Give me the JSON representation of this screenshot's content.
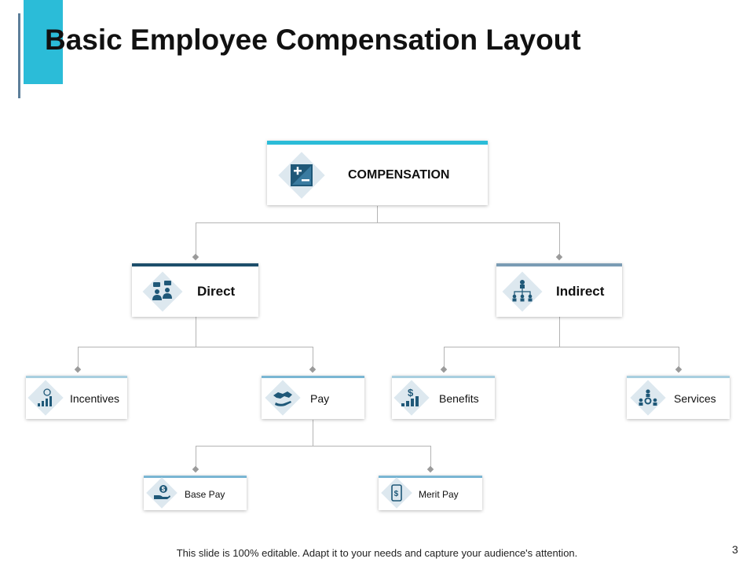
{
  "slide": {
    "title": "Basic Employee Compensation Layout",
    "footer": "This slide is 100% editable. Adapt it to your needs and capture your audience's attention.",
    "page_number": "3"
  },
  "colors": {
    "accent_cyan": "#2bbcd8",
    "accent_navy": "#1d4e6b",
    "accent_steel": "#7a9cb4",
    "accent_light": "#a9cfe0",
    "diamond_fill": "#dde8ef",
    "icon_color": "#1f5878",
    "connector": "#b4b4b4"
  },
  "diagram": {
    "root": {
      "label": "COMPENSATION",
      "icon": "plus-minus-icon"
    },
    "direct": {
      "label": "Direct",
      "icon": "people-chat-icon"
    },
    "indirect": {
      "label": "Indirect",
      "icon": "org-chart-icon"
    },
    "incentives": {
      "label": "Incentives",
      "icon": "growth-chart-icon"
    },
    "pay": {
      "label": "Pay",
      "icon": "handshake-icon"
    },
    "benefits": {
      "label": "Benefits",
      "icon": "dollar-bars-icon"
    },
    "services": {
      "label": "Services",
      "icon": "team-gear-icon"
    },
    "base_pay": {
      "label": "Base Pay",
      "icon": "hand-coin-icon"
    },
    "merit_pay": {
      "label": "Merit Pay",
      "icon": "phone-dollar-icon"
    }
  }
}
